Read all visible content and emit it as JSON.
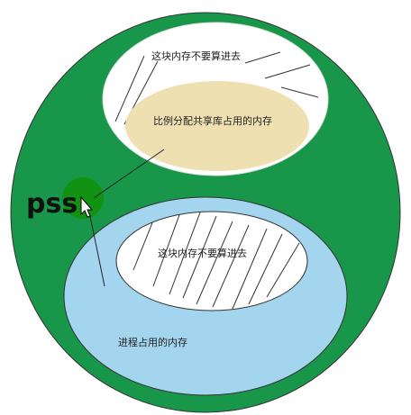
{
  "labels": {
    "top_excluded": "这块内存不要算进去",
    "shared_portion": "比例分配共享库占用的内存",
    "bottom_excluded": "这块内存不要算进去",
    "process_memory": "进程占用的内存",
    "pss": "pss"
  },
  "colors": {
    "outer_green": "#18974a",
    "pss_dot": "#119213",
    "shared_tan": "#efe0b2",
    "process_blue": "#a4d5ee",
    "white": "#ffffff",
    "outline": "#333333"
  }
}
